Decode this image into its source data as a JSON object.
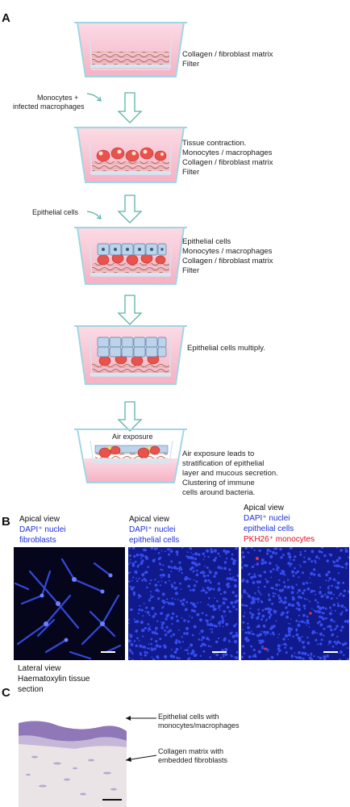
{
  "panel_a": {
    "letter": "A",
    "steps": [
      {
        "labels": [
          "Collagen / fibroblast matrix",
          "Filter"
        ]
      },
      {
        "labels": [
          "Tissue contraction.",
          "Monocytes / macrophages",
          "Collagen / fibroblast matrix",
          "Filter"
        ]
      },
      {
        "labels": [
          "Epithelial cells",
          "Monocytes / macrophages",
          "Collagen / fibroblast matrix",
          "Filter"
        ]
      },
      {
        "labels": [
          "Epithelial cells multiply."
        ]
      },
      {
        "inner_label": "Air exposure",
        "labels": [
          "Air exposure leads to",
          "stratification of epithelial",
          "layer and mucous secretion.",
          "Clustering of immune",
          "cells around bacteria."
        ]
      }
    ],
    "additions": [
      {
        "lines": [
          "Monocytes +",
          "infected macrophages"
        ]
      },
      {
        "lines": [
          "Epithelial cells"
        ]
      }
    ]
  },
  "panel_b": {
    "letter": "B",
    "images": [
      {
        "lines": [
          {
            "text": "Apical view",
            "color": "black"
          },
          {
            "text": "DAPI⁺ nuclei",
            "color": "blue"
          },
          {
            "text": "fibroblasts",
            "color": "blue"
          }
        ]
      },
      {
        "lines": [
          {
            "text": "Apical view",
            "color": "black"
          },
          {
            "text": "DAPI⁺ nuclei",
            "color": "blue"
          },
          {
            "text": "epithelial cells",
            "color": "blue"
          }
        ]
      },
      {
        "lines": [
          {
            "text": "Apical view",
            "color": "black"
          },
          {
            "text": "DAPI⁺ nuclei",
            "color": "blue"
          },
          {
            "text": "epithelial cells",
            "color": "blue"
          },
          {
            "text": "PKH26⁺ monocytes",
            "color": "red"
          }
        ]
      }
    ]
  },
  "panel_c": {
    "letter": "C",
    "title_lines": [
      "Lateral view",
      "Haematoxylin tissue",
      "section"
    ],
    "annotations": [
      {
        "lines": [
          "Epithelial cells with",
          "monocytes/macrophages"
        ]
      },
      {
        "lines": [
          "Collagen matrix with",
          "embedded fibroblasts"
        ]
      }
    ]
  },
  "colors": {
    "medium_pink": "#f7b9cb",
    "well_outline": "#9fd6e4",
    "arrow_outline": "#5bb3a6",
    "epithelial": "#bcd3ea",
    "fluor_bg": "#05061c",
    "dapi_blue": "#3a4ff0"
  }
}
